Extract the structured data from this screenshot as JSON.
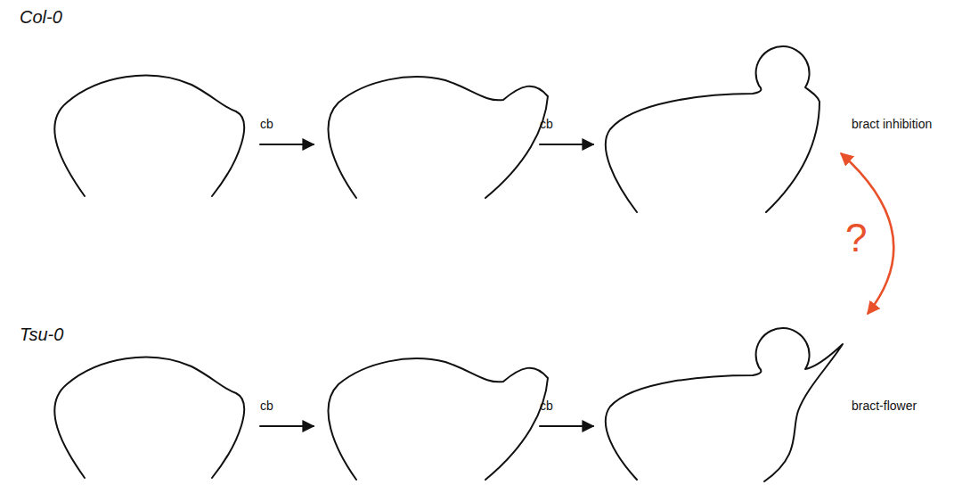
{
  "diagram": {
    "labels": [
      "Col-0",
      "cb",
      "cb",
      "bract inhibition",
      "?",
      "Tsu-0",
      "cb",
      "cb",
      "bract-flower"
    ]
  }
}
